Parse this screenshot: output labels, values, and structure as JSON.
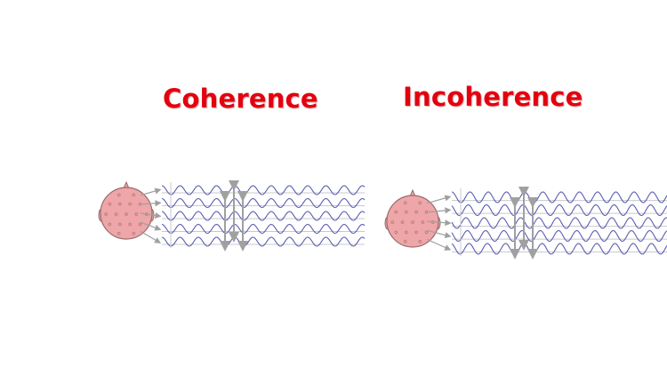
{
  "titles": {
    "coherence": "Coherence",
    "incoherence": "Incoherence"
  },
  "colors": {
    "title": "#e3000f",
    "wave": "#5a5fb0",
    "head_fill": "#eea6a8",
    "head_stroke": "#9a6a6a",
    "electrode": "#b07878",
    "arrow": "#a0a0a0",
    "baseline": "#c8c8d0"
  },
  "panels": [
    {
      "id": "coherence",
      "channels": 5,
      "phase_relation": "in-phase",
      "icons": [
        "head-icon",
        "electrode-dots",
        "channel-arrows",
        "sine-waves",
        "measurement-arrows"
      ]
    },
    {
      "id": "incoherence",
      "channels": 5,
      "phase_relation": "phase-shifted",
      "icons": [
        "head-icon",
        "electrode-dots",
        "channel-arrows",
        "sine-waves",
        "measurement-arrows"
      ]
    }
  ]
}
